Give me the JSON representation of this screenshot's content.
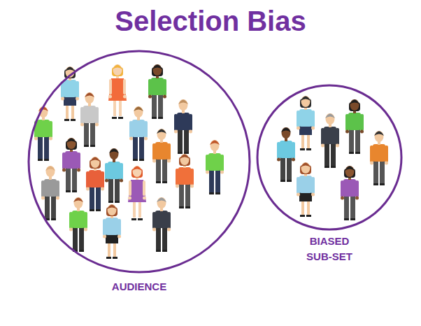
{
  "diagram": {
    "title": "Selection Bias",
    "nodes": [
      {
        "text": [
          "AUDIENCE"
        ]
      },
      {
        "text": [
          "BIASED SUB-SET"
        ]
      }
    ]
  }
}
